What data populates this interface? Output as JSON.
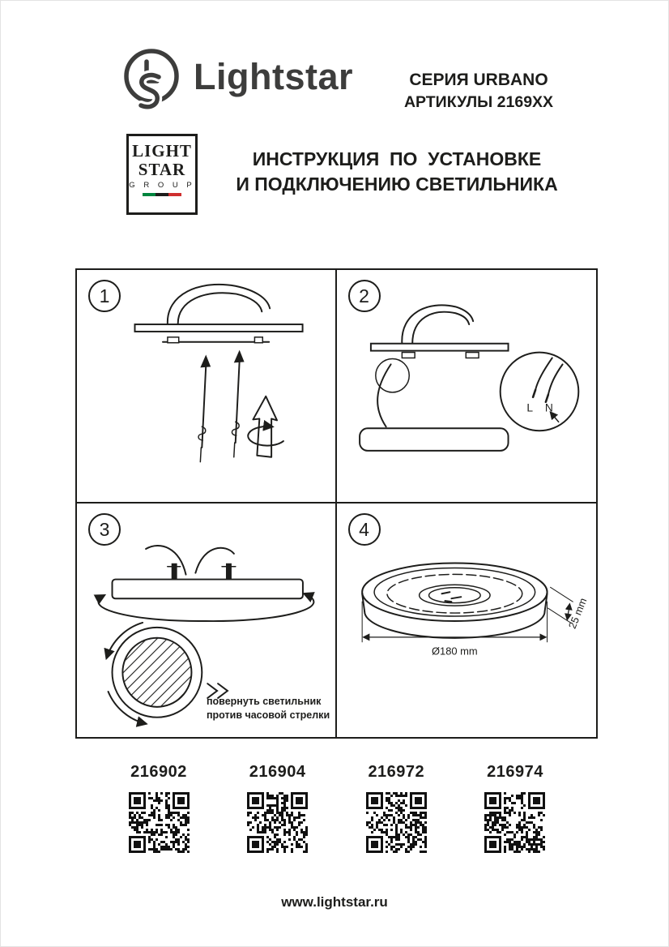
{
  "header": {
    "brand_wordmark": "Lightstar",
    "series": {
      "line1": "СЕРИЯ URBANO",
      "line2": "АРТИКУЛЫ 2169XX"
    },
    "group_logo": {
      "word1": "LIGHT",
      "word2": "STAR",
      "word3": "G R O U P"
    },
    "title": {
      "line1": "ИНСТРУКЦИЯ  ПО  УСТАНОВКЕ",
      "line2": "И ПОДКЛЮЧЕНИЮ СВЕТИЛЬНИКА"
    }
  },
  "steps": [
    {
      "number": "1"
    },
    {
      "number": "2",
      "labels": {
        "l": "L",
        "n": "N"
      }
    },
    {
      "number": "3",
      "note": {
        "line1": "повернуть светильник",
        "line2": "против часовой стрелки"
      }
    },
    {
      "number": "4",
      "labels": {
        "diameter": "Ø180 mm",
        "height": "25 mm"
      }
    }
  ],
  "articles": [
    {
      "code": "216902"
    },
    {
      "code": "216904"
    },
    {
      "code": "216972"
    },
    {
      "code": "216974"
    }
  ],
  "footer": {
    "url": "www.lightstar.ru"
  },
  "icons": {
    "brand": "lightstar-bulb-icon",
    "qr": "qr-code"
  },
  "colors": {
    "ink": "#1d1d1b",
    "logo_gray": "#3d3d3c",
    "flag_green": "#00853e",
    "flag_red": "#cf2e2e"
  }
}
